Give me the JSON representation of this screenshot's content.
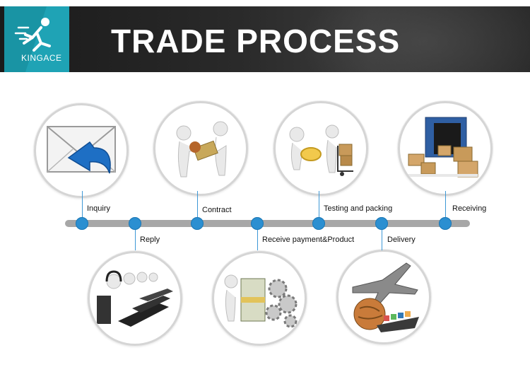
{
  "header": {
    "title": "TRADE PROCESS",
    "logo_text": "KINGACE",
    "logo_color": "#1fa3b5"
  },
  "colors": {
    "node": "#2b8fd1",
    "bar": "#a7a7a7",
    "envelope_arrow": "#1e6fc4"
  },
  "steps": [
    {
      "label": "Inquiry",
      "icon": "envelope-reply-icon"
    },
    {
      "label": "Reply",
      "icon": "call-center-icon"
    },
    {
      "label": "Contract",
      "icon": "handshake-contract-icon"
    },
    {
      "label": "Receive payment&Product",
      "icon": "money-gears-icon"
    },
    {
      "label": "Testing and packing",
      "icon": "inspection-packing-icon"
    },
    {
      "label": "Delivery",
      "icon": "plane-ship-globe-icon"
    },
    {
      "label": "Receiving",
      "icon": "container-boxes-icon"
    }
  ]
}
